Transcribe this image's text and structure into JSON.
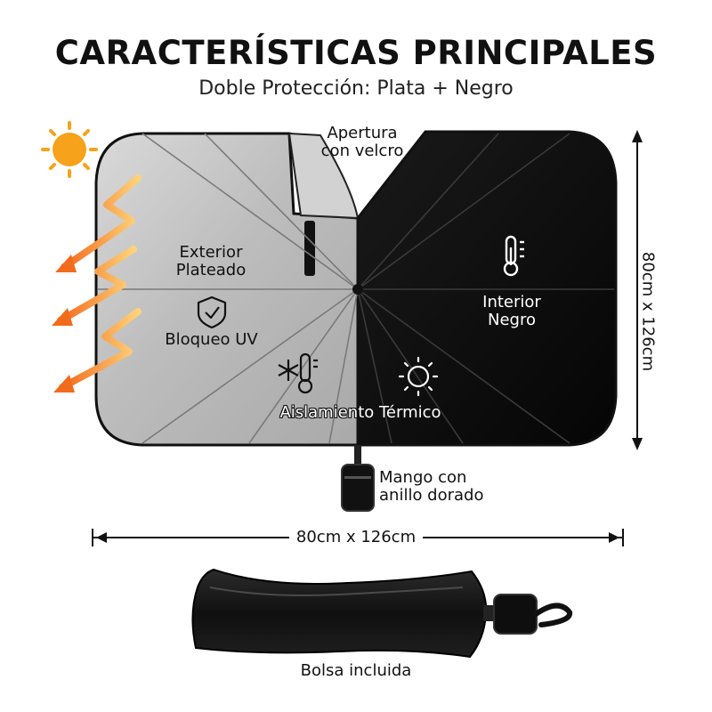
{
  "title": "CARACTERÍSTICAS PRINCIPALES",
  "subtitle": "Doble Protección: Plata + Negro",
  "labels": {
    "apertura": "Apertura\ncon velcro",
    "exterior": "Exterior\nPlateado",
    "bloqueo": "Bloqueo UV",
    "interior": "Interior\nNegro",
    "aislamiento": "Aislamiento Térmico",
    "mango": "Mango con\nanillo dorado",
    "bolsa": "Bolsa incluida"
  },
  "dimensions": {
    "height": "80cm x 126cm",
    "width": "80cm x 126cm"
  },
  "icons": [
    "sun-icon",
    "heat-ray-arrows-icon",
    "shield-check-icon",
    "thermometer-icon",
    "snowflake-thermometer-icon",
    "sun-outline-icon"
  ],
  "colors": {
    "silver": "#c9c9c9",
    "black_panel": "#0c0c0c",
    "sun": "#f6a21a",
    "arrow": "#f08a24"
  }
}
